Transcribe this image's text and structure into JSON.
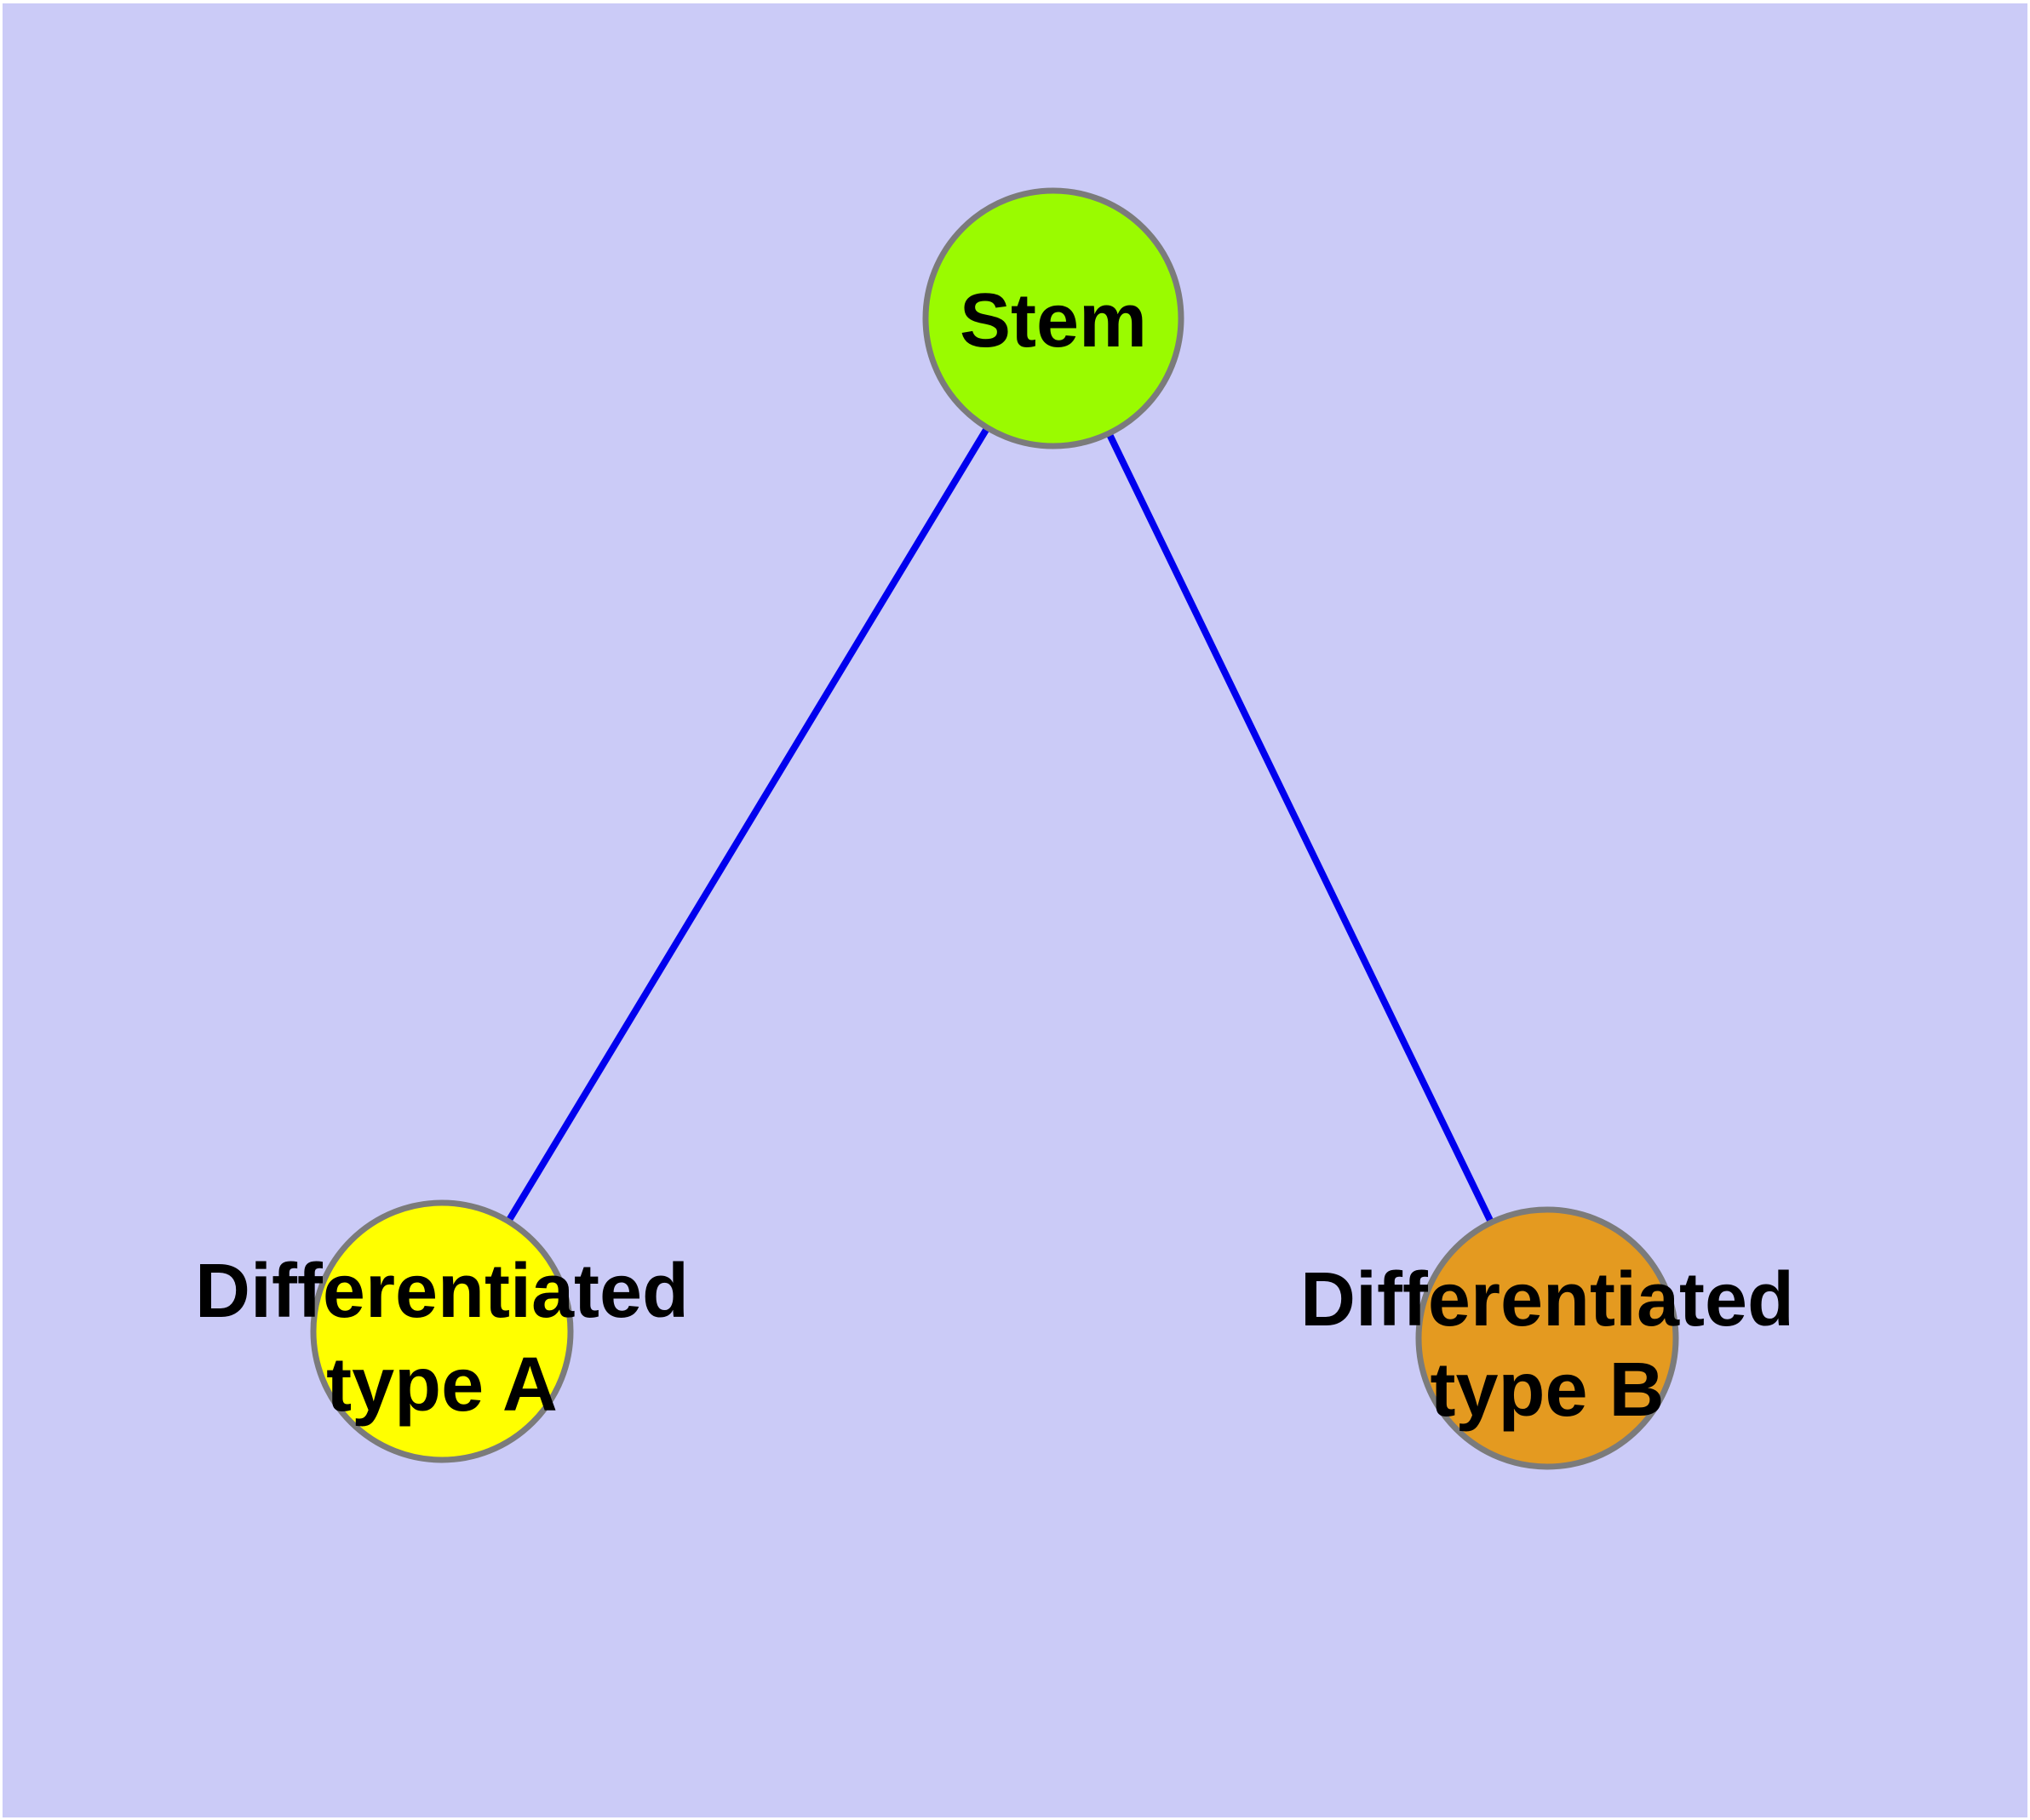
{
  "colors": {
    "page_background": "#ffffff",
    "canvas_background": "#cbcbf7",
    "edge": "#0000ee",
    "node_border": "#7b7b7b",
    "label": "#000000"
  },
  "diagram": {
    "type": "graph",
    "description": "Stem cell differentiation graph: one stem node linked to two differentiated cell-type nodes",
    "nodes": [
      {
        "id": "stem",
        "label": "Stem",
        "lines": [
          "Stem"
        ],
        "fill": "#9afb00"
      },
      {
        "id": "type-a",
        "label": "Differentiated type A",
        "lines": [
          "Differentiated",
          "type A"
        ],
        "fill": "#ffff00"
      },
      {
        "id": "type-b",
        "label": "Differentiated type B",
        "lines": [
          "Differentiated",
          "type B"
        ],
        "fill": "#e49a20"
      }
    ],
    "edges": [
      {
        "from": "stem",
        "to": "type-a"
      },
      {
        "from": "stem",
        "to": "type-b"
      }
    ]
  }
}
